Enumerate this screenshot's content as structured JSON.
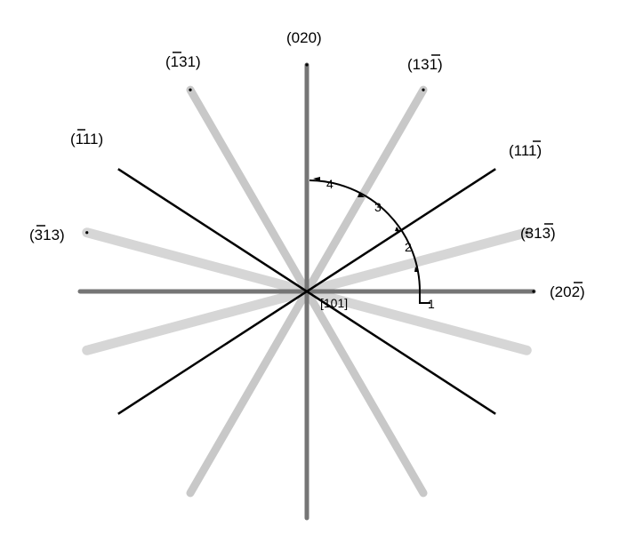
{
  "title": "",
  "planes": [
    {
      "label": "(020)",
      "angle": 90,
      "style": "dark"
    },
    {
      "label": "(̅1̅31)",
      "angle": 120,
      "style": "light"
    },
    {
      "label": "(131̅)",
      "angle": 60,
      "style": "light"
    },
    {
      "label": "(1̅11)",
      "angle": 147,
      "style": "black"
    },
    {
      "label": "(111̅)",
      "angle": 33,
      "style": "black"
    },
    {
      "label": "(3̅13)",
      "angle": 165,
      "style": "lighter"
    },
    {
      "label": "(313̅)",
      "angle": 15,
      "style": "lighter"
    },
    {
      "label": "(202̅)",
      "angle": 0,
      "style": "dark"
    }
  ],
  "label_text": {
    "p020": "(020)",
    "p131a": "(131)",
    "p131b": "(131)",
    "p111a": "(111)",
    "p111b": "(111)",
    "p313a": "(313)",
    "p313b": "(313)",
    "p202": "(202)"
  },
  "arc_steps": [
    "1",
    "2",
    "3",
    "4"
  ],
  "center_label": "[101]",
  "colors": {
    "dark": "#757575",
    "light": "#c8c8c8",
    "lighter": "#d6d6d6",
    "black": "#000000"
  }
}
